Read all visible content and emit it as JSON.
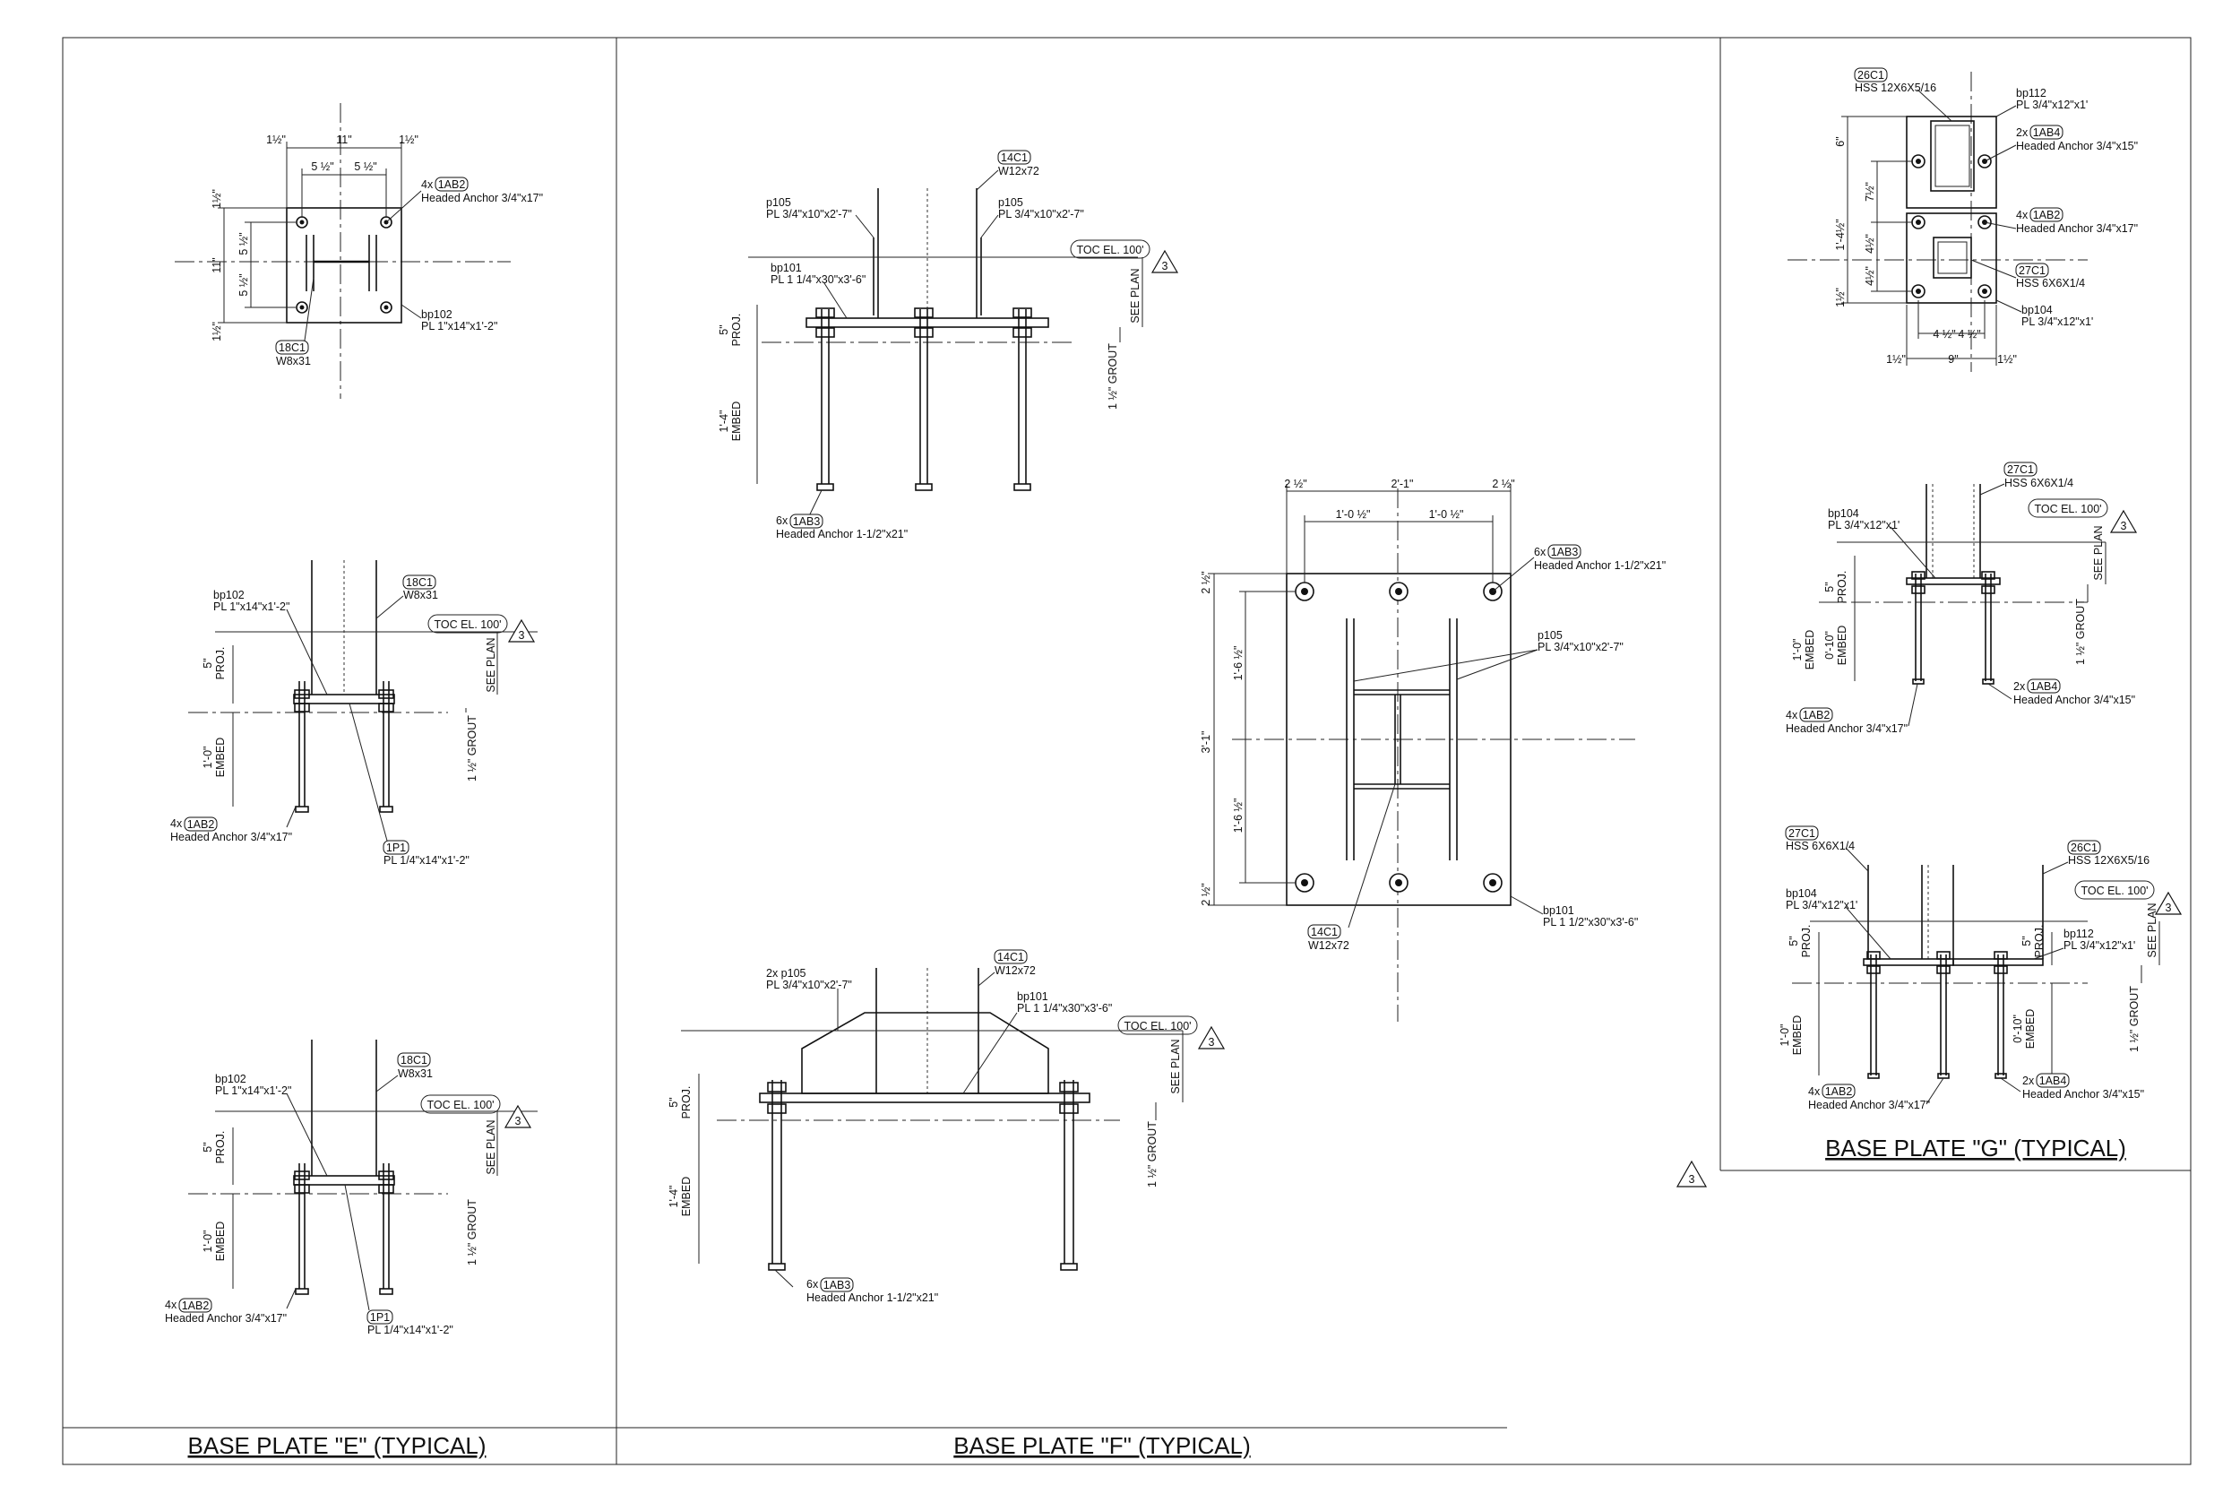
{
  "titles": {
    "e": "BASE PLATE \"E\" (TYPICAL)",
    "f": "BASE PLATE \"F\" (TYPICAL)",
    "g": "BASE PLATE \"G\" (TYPICAL)"
  },
  "revision": "3",
  "common": {
    "toc": "TOC EL. 100'",
    "see_plan": "SEE PLAN",
    "grout": "1 ½\" GROUT",
    "proj": "PROJ.",
    "embed": "EMBED",
    "five": "5\"",
    "one_four": "1'-4\"",
    "one_zero": "1'-0\"",
    "zero_ten": "0'-10\""
  },
  "callouts": {
    "c18": "18C1",
    "w8": "W8x31",
    "c14": "14C1",
    "w12": "W12x72",
    "c26": "26C1",
    "hss12": "HSS 12X6X5/16",
    "c27": "27C1",
    "hss6": "HSS 6X6X1/4",
    "bp102": "bp102",
    "pl102": "PL 1\"x14\"x1'-2\"",
    "bp101": "bp101",
    "pl101a": "PL 1 1/4\"x30\"x3'-6\"",
    "pl101b": "PL 1 1/2\"x30\"x3'-6\"",
    "p105": "p105",
    "p105x2": "2x p105",
    "pl105": "PL 3/4\"x10\"x2'-7\"",
    "bp112": "bp112",
    "pl112": "PL 3/4\"x12\"x1'",
    "bp104": "bp104",
    "pl104": "PL 3/4\"x12\"x1'",
    "p1p1": "1P1",
    "pl1p1": "PL 1/4\"x14\"x1'-2\"",
    "x4": "4x",
    "x2": "2x",
    "x6": "6x",
    "ab2": "1AB2",
    "ab3": "1AB3",
    "ab4": "1AB4",
    "anc17": "Headed Anchor 3/4\"x17\"",
    "anc15": "Headed Anchor 3/4\"x15\"",
    "anc21": "Headed Anchor 1-1/2\"x21\""
  },
  "dims": {
    "e_plan": {
      "top_left": "1½\"",
      "top_mid": "11\"",
      "top_right": "1½\"",
      "half_l": "5 ½\"",
      "half_r": "5 ½\"",
      "side_top": "1½\"",
      "side_a": "5 ½\"",
      "side_mid": "11\"",
      "side_b": "5 ½\"",
      "side_bot": "1½\""
    },
    "f_plan": {
      "top_l": "2 ½\"",
      "top_mid": "2'-1\"",
      "top_r": "2 ½\"",
      "half_l": "1'-0 ½\"",
      "half_r": "1'-0 ½\"",
      "side_top": "2 ½\"",
      "side_a": "1'-6 ½\"",
      "side_mid": "3'-1\"",
      "side_b": "1'-6 ½\"",
      "side_bot": "2 ½\""
    },
    "g_plan": {
      "six": "6\"",
      "seven": "7½\"",
      "total": "1'-4½\"",
      "four_a": "4½\"",
      "four_b": "4½\"",
      "one_half": "1½\"",
      "bot_l": "1½\"",
      "bot_mid": "9\"",
      "bot_r": "1½\"",
      "half_l": "4 ½\"",
      "half_r": "4 ½\""
    }
  }
}
